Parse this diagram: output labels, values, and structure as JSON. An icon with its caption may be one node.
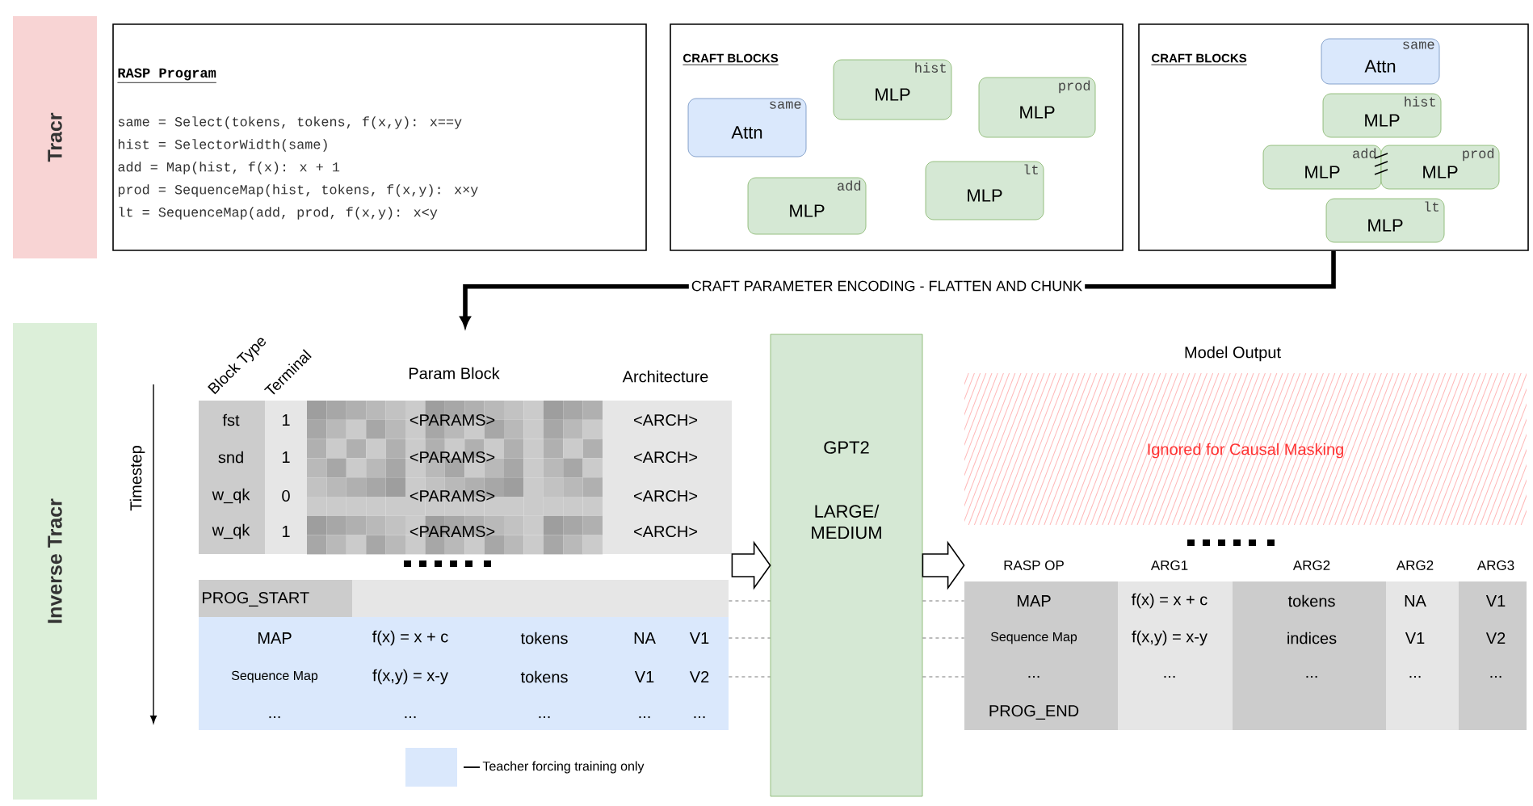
{
  "diagram": {
    "nodes": [
      {
        "text": [
          "Tracr"
        ]
      },
      {
        "text": [
          "Inverse Tracr"
        ]
      },
      {
        "text": [
          "RASP Program",
          "same = Select(tokens, tokens, f(x,y): x==y",
          "hist = SelectorWidth(same)",
          "add =  Map(hist, f(x): x + 1",
          "prod = SequenceMap(hist, tokens, f(x,y): x×y",
          "lt = SequenceMap(add, prod, f(x,y): x<y"
        ]
      },
      {
        "text": [
          "CRAFT BLOCKS"
        ]
      },
      {
        "text": [
          "same",
          "Attn"
        ],
        "in": 3
      },
      {
        "text": [
          "hist",
          "MLP"
        ],
        "in": 3
      },
      {
        "text": [
          "prod",
          "MLP"
        ],
        "in": 3
      },
      {
        "text": [
          "add",
          "MLP"
        ],
        "in": 3
      },
      {
        "text": [
          "lt",
          "MLP"
        ],
        "in": 3
      },
      {
        "text": [
          "CRAFT BLOCKS"
        ]
      },
      {
        "text": [
          "same",
          "Attn"
        ],
        "in": 9
      },
      {
        "text": [
          "hist",
          "MLP"
        ],
        "in": 9
      },
      {
        "text": [
          "add",
          "MLP"
        ],
        "in": 9
      },
      {
        "text": [
          "prod",
          "MLP"
        ],
        "in": 9
      },
      {
        "text": [
          "lt",
          "MLP"
        ],
        "in": 9
      },
      {
        "text": [
          "Block Type",
          "Terminal",
          "Param Block",
          "Architecture",
          "fst",
          "1",
          "<PARAMS>",
          "<ARCH>",
          "snd",
          "1",
          "<PARAMS>",
          "<ARCH>",
          "w_qk",
          "0",
          "<PARAMS>",
          "<ARCH>",
          "w_qk",
          "1",
          "<PARAMS>",
          "<ARCH>"
        ]
      },
      {
        "text": [
          "PROG_START",
          "MAP",
          "f(x) = x + c",
          "tokens",
          "NA",
          "V1",
          "Sequence Map",
          "f(x,y) = x-y",
          "tokens",
          "V1",
          "V2",
          "...",
          "...",
          "...",
          "...",
          "..."
        ]
      },
      {
        "text": [
          "GPT2",
          "LARGE/ MEDIUM"
        ]
      },
      {
        "text": [
          "Ignored for Causal Masking"
        ],
        "beside": [
          "Model Output"
        ]
      },
      {
        "text": [
          "RASP OP",
          "ARG1",
          "ARG2",
          "ARG2",
          "ARG3",
          "MAP",
          "f(x) = x + c",
          "tokens",
          "NA",
          "V1",
          "Sequence Map",
          "f(x,y) = x-y",
          "indices",
          "V1",
          "V2",
          "...",
          "...",
          "...",
          "...",
          "...",
          "PROG_END"
        ]
      }
    ],
    "edges": [
      {
        "from": 9,
        "to": 15,
        "arrow": "to",
        "label": "CRAFT PARAMETER ENCODING - FLATTEN AND CHUNK",
        "style": "thick"
      },
      {
        "from": 15,
        "to": 17,
        "arrow": "to"
      },
      {
        "from": 17,
        "to": 19,
        "arrow": "to"
      },
      {
        "from": 16,
        "to": 17,
        "arrow": "none",
        "style": "dashed"
      },
      {
        "from": 16,
        "to": 17,
        "arrow": "none",
        "style": "dashed"
      },
      {
        "from": 16,
        "to": 17,
        "arrow": "none",
        "style": "dashed"
      },
      {
        "from": 17,
        "to": 19,
        "arrow": "none",
        "style": "dashed"
      },
      {
        "from": 17,
        "to": 19,
        "arrow": "none",
        "style": "dashed"
      },
      {
        "from": 17,
        "to": 19,
        "arrow": "none",
        "style": "dashed"
      }
    ],
    "labels": [
      "Timestep"
    ],
    "legend": [
      {
        "text": "Teacher forcing training only",
        "color": "#dae8fc"
      }
    ]
  }
}
